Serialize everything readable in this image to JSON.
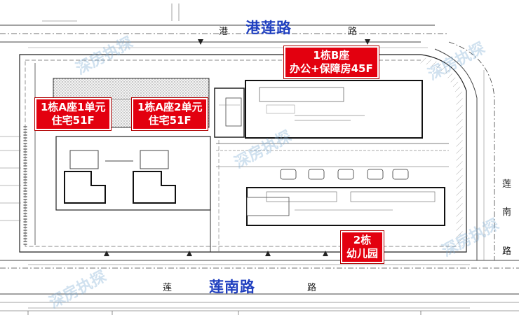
{
  "roads": {
    "north": {
      "name": "港莲路",
      "char_left": "港",
      "char_right": "路"
    },
    "south": {
      "name": "莲南路",
      "char_left": "莲",
      "char_right": "路"
    },
    "east": {
      "chars": [
        "莲",
        "南",
        "路"
      ]
    }
  },
  "buildings": {
    "b_tower": {
      "line1": "1栋B座",
      "line2": "办公+保障房45F"
    },
    "a_unit1": {
      "line1": "1栋A座1单元",
      "line2": "住宅51F"
    },
    "a_unit2": {
      "line1": "1栋A座2单元",
      "line2": "住宅51F"
    },
    "kindergarten": {
      "line1": "2栋",
      "line2": "幼儿园"
    }
  },
  "watermark": {
    "text": "深房执探"
  },
  "colors": {
    "tag_red": "#e3000f",
    "road_blue": "#1f3fbf",
    "line_dark": "#222222",
    "line_gray": "#8a8a8a"
  }
}
